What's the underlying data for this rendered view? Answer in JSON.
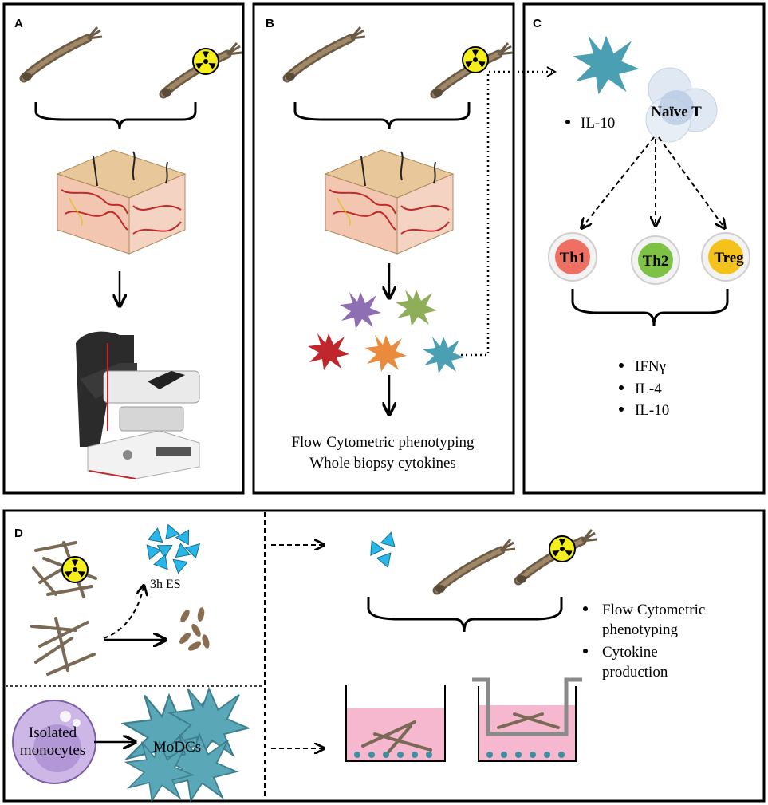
{
  "panels": {
    "a": {
      "letter": "A"
    },
    "b": {
      "letter": "B",
      "caption_line1": "Flow Cytometric phenotyping",
      "caption_line2": "Whole biopsy cytokines"
    },
    "c": {
      "letter": "C",
      "dc_bullet": "IL-10",
      "naive_label": "Naïve T",
      "subsets": [
        "Th1",
        "Th2",
        "Treg"
      ],
      "cytokines": [
        "IFNγ",
        "IL-4",
        "IL-10"
      ]
    },
    "d": {
      "letter": "D",
      "es_label": "3h ES",
      "monocyte_label_line1": "Isolated",
      "monocyte_label_line2": "monocytes",
      "modc_label": "MoDCs",
      "readout_1_line1": "Flow Cytometric",
      "readout_1_line2": "phenotyping",
      "readout_2_line1": "Cytokine",
      "readout_2_line2": "production"
    }
  },
  "colors": {
    "dc_purple": "#8e6fb3",
    "dc_green": "#8fae5a",
    "dc_red": "#c0272d",
    "dc_orange": "#e98a3c",
    "dc_teal": "#4a9fb3",
    "th1": "#ef6f62",
    "th2": "#7dc145",
    "treg": "#f5c21b",
    "es_triangle": "#29b6e8",
    "media_pink": "#f6b8cf",
    "radiation": "#f4ef1a"
  },
  "icons": [
    "larva-icon",
    "radiation-icon",
    "skin-section-icon",
    "microscope-icon",
    "dendritic-cell-icon",
    "t-cell-icon",
    "monocyte-icon",
    "well-icon",
    "transwell-icon",
    "es-triangle-icon"
  ]
}
